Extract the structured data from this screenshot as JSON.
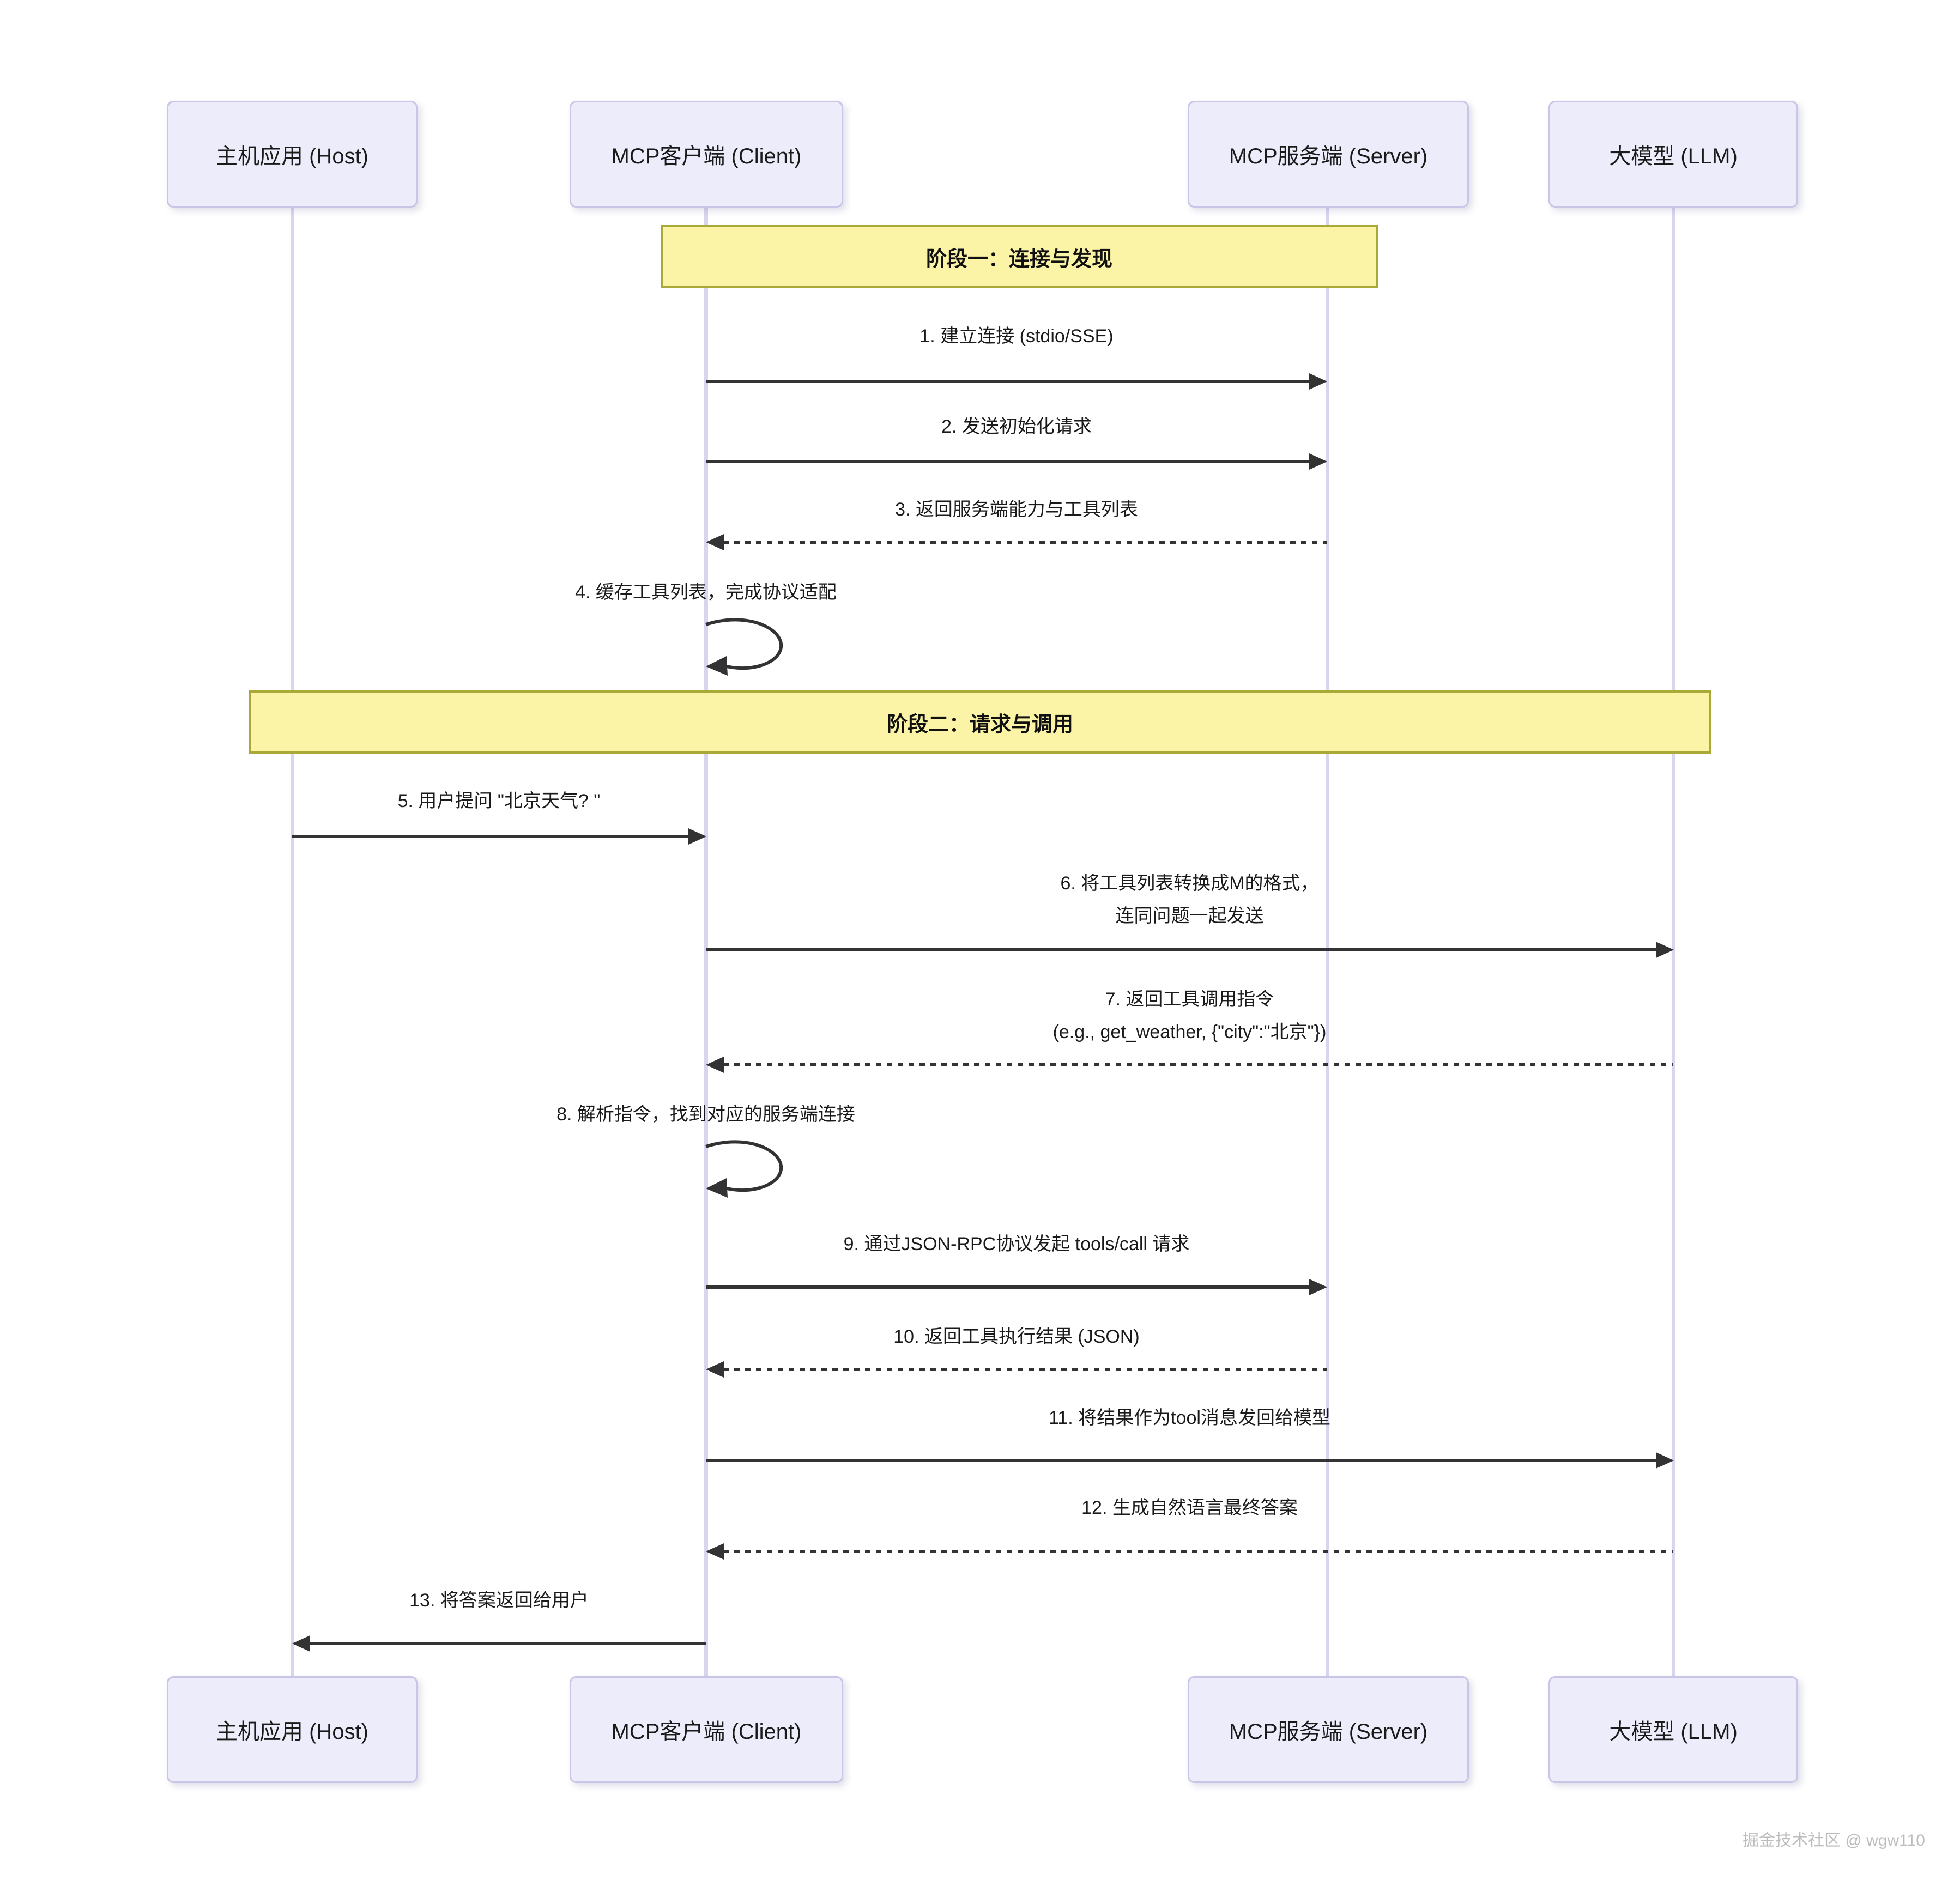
{
  "diagram_type": "sequence-diagram",
  "participants": [
    {
      "id": "host",
      "label": "主机应用 (Host)"
    },
    {
      "id": "client",
      "label": "MCP客户端 (Client)"
    },
    {
      "id": "server",
      "label": "MCP服务端 (Server)"
    },
    {
      "id": "llm",
      "label": "大模型 (LLM)"
    }
  ],
  "phases": [
    {
      "label": "阶段一：连接与发现"
    },
    {
      "label": "阶段二：请求与调用"
    }
  ],
  "messages": [
    {
      "num": 1,
      "from": "client",
      "to": "server",
      "kind": "solid",
      "text": "1. 建立连接 (stdio/SSE)"
    },
    {
      "num": 2,
      "from": "client",
      "to": "server",
      "kind": "solid",
      "text": "2. 发送初始化请求"
    },
    {
      "num": 3,
      "from": "server",
      "to": "client",
      "kind": "dashed",
      "text": "3. 返回服务端能力与工具列表"
    },
    {
      "num": 4,
      "from": "client",
      "to": "client",
      "kind": "self",
      "text": "4. 缓存工具列表，完成协议适配"
    },
    {
      "num": 5,
      "from": "host",
      "to": "client",
      "kind": "solid",
      "text": "5. 用户提问 \"北京天气? \""
    },
    {
      "num": 6,
      "from": "client",
      "to": "llm",
      "kind": "solid",
      "text": "6. 将工具列表转换成M的格式，\n连同问题一起发送"
    },
    {
      "num": 7,
      "from": "llm",
      "to": "client",
      "kind": "dashed",
      "text": "7. 返回工具调用指令\n(e.g., get_weather, {\"city\":\"北京\"})"
    },
    {
      "num": 8,
      "from": "client",
      "to": "client",
      "kind": "self",
      "text": "8. 解析指令，找到对应的服务端连接"
    },
    {
      "num": 9,
      "from": "client",
      "to": "server",
      "kind": "solid",
      "text": "9. 通过JSON-RPC协议发起 tools/call 请求"
    },
    {
      "num": 10,
      "from": "server",
      "to": "client",
      "kind": "dashed",
      "text": "10. 返回工具执行结果 (JSON)"
    },
    {
      "num": 11,
      "from": "client",
      "to": "llm",
      "kind": "solid",
      "text": "11. 将结果作为tool消息发回给模型"
    },
    {
      "num": 12,
      "from": "llm",
      "to": "client",
      "kind": "dashed",
      "text": "12. 生成自然语言最终答案"
    },
    {
      "num": 13,
      "from": "client",
      "to": "host",
      "kind": "solid",
      "text": "13. 将答案返回给用户"
    }
  ],
  "watermark": "掘金技术社区 @ wgw110",
  "colors": {
    "actor_fill": "#ECECFA",
    "actor_border": "#C9C5E6",
    "phase_fill": "#FBF4A6",
    "phase_border": "#A9A937",
    "lifeline": "#D9D5EF",
    "arrow": "#333333",
    "text": "#1A1A1A",
    "watermark": "#BCBCBC",
    "background": "#FFFFFF"
  }
}
